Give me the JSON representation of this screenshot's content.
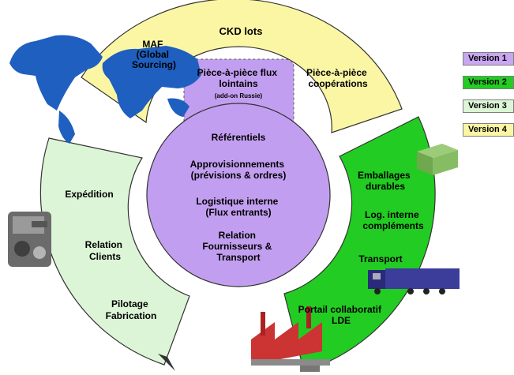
{
  "colors": {
    "version1": "#c9a6f2",
    "version2": "#22cc22",
    "version3": "#dcf5d6",
    "version4": "#fbf6a4",
    "center": "#c29ef0",
    "outline": "#333333"
  },
  "legend": [
    {
      "label": "Version 1",
      "color": "#c9a6f2"
    },
    {
      "label": "Version 2",
      "color": "#22cc22"
    },
    {
      "label": "Version 3",
      "color": "#dcf5d6"
    },
    {
      "label": "Version 4",
      "color": "#fbf6a4"
    }
  ],
  "top_arc": {
    "maf": [
      "MAF",
      "(Global",
      "Sourcing)"
    ],
    "ckd": "CKD lots",
    "cooperation": [
      "Pièce-à-pièce",
      "coopérations"
    ]
  },
  "bump": {
    "line1": "Pièce-à-pièce flux",
    "line2": "lointains",
    "note": "(add-on Russie)"
  },
  "center": {
    "referentiels": "Référentiels",
    "appro": [
      "Approvisionnements",
      "(prévisions & ordres)"
    ],
    "logistique": [
      "Logistique interne",
      "(Flux entrants)"
    ],
    "relation": [
      "Relation",
      "Fournisseurs &",
      "Transport"
    ]
  },
  "left_arc": {
    "expedition": "Expédition",
    "relation_clients": [
      "Relation",
      "Clients"
    ],
    "pilotage": [
      "Pilotage",
      "Fabrication"
    ]
  },
  "right_arc": {
    "emballages": [
      "Emballages",
      "durables"
    ],
    "log_interne": [
      "Log. interne",
      "compléments"
    ],
    "transport": "Transport",
    "portail": [
      "Portail collaboratif",
      "LDE"
    ]
  },
  "icons": [
    "world-map-icon",
    "engine-icon",
    "container-icon",
    "truck-icon",
    "factory-icon"
  ]
}
